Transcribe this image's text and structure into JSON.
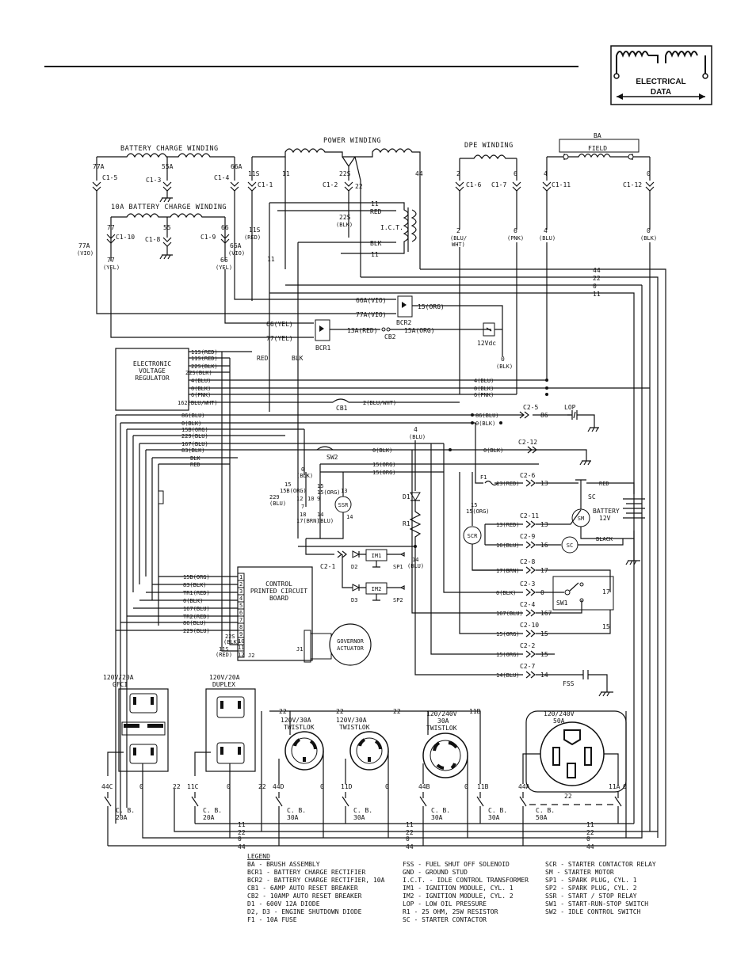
{
  "logo": {
    "line1": "ELECTRICAL",
    "line2": "DATA"
  },
  "sections": {
    "battery_charge_winding": "BATTERY CHARGE WINDING",
    "power_winding": "POWER WINDING",
    "dpe_winding": "DPE WINDING",
    "field_ba": "BA",
    "field": "FIELD",
    "battery_charge_10a": "10A BATTERY CHARGE WINDING"
  },
  "components": {
    "evr": [
      "ELECTRONIC",
      "VOLTAGE",
      "REGULATOR"
    ],
    "pcb": [
      "CONTROL",
      "PRINTED CIRCUIT",
      "BOARD"
    ],
    "governor": [
      "GOVERNOR",
      "ACTUATOR"
    ],
    "ict": "I.C.T.",
    "bcr1": "BCR1",
    "bcr2": "BCR2",
    "cb1": "CB1",
    "cb2": "CB2",
    "v12dc": "12Vdc",
    "ssr": "SSR",
    "scr": "SCR",
    "sm": "SM",
    "sc": "SC",
    "battery": [
      "BATTERY",
      "12V"
    ],
    "im1": "IM1",
    "im2": "IM2",
    "sp1": "SP1",
    "sp2": "SP2",
    "d1": "D1",
    "d2": "D2",
    "d3": "D3",
    "r1": "R1",
    "f1": "F1",
    "sw1": "SW1",
    "sw2": "SW2",
    "lop": "LOP",
    "fss": "FSS",
    "j1": "J1",
    "j2": "J2",
    "black": "BLACK",
    "red_label": "RED",
    "blk_label": "BLK"
  },
  "outlets": [
    {
      "l1": "120V/20A",
      "l2": "GFCI"
    },
    {
      "l1": "120V/20A",
      "l2": "DUPLEX"
    },
    {
      "l1": "120V/30A",
      "l2": "TWISTLOK"
    },
    {
      "l1": "120V/30A",
      "l2": "TWISTLOK"
    },
    {
      "l1": "120/240V",
      "l2": "30A",
      "l3": "TWISTLOK"
    },
    {
      "l1": "120/240V",
      "l2": "50A"
    }
  ],
  "breakers": [
    "C. B.",
    "20A",
    "20A",
    "30A",
    "30A",
    "30A",
    "30A",
    "50A"
  ],
  "wires": {
    "w77a": "77A",
    "w55a": "55A",
    "w66a": "66A",
    "w11s": "11S",
    "w11": "11",
    "w22s": "22S",
    "w22": "22",
    "w44": "44",
    "w2": "2",
    "w6": "6",
    "w4": "4",
    "w0": "0",
    "c1_5": "C1-5",
    "c1_3": "C1-3",
    "c1_4": "C1-4",
    "c1_1": "C1-1",
    "c1_2": "C1-2",
    "c1_6": "C1-6",
    "c1_7": "C1-7",
    "c1_11": "C1-11",
    "c1_12": "C1-12",
    "c1_10": "C1-10",
    "c1_8": "C1-8",
    "c1_9": "C1-9",
    "w77": "77",
    "w55": "55",
    "w66": "66",
    "vio": "(VIO)",
    "yel": "(YEL)",
    "red": "(RED)",
    "blk": "(BLK)",
    "blu": "(BLU)",
    "pnk": "(PNK)",
    "bluwht": "(BLU/",
    "wht": "WHT)",
    "r11": "11",
    "rRED": "RED",
    "rBLK": "BLK",
    "h44": "44",
    "h22": "22",
    "h0": "0",
    "h11": "11",
    "v66a": "66A(VIO)",
    "v77a": "77A(VIO)",
    "o15": "15(ORG)",
    "y66": "66(YEL)",
    "y77": "77(YEL)",
    "r13a": "13A(RED)",
    "o15a": "15A(ORG)",
    "e11s": "11S(RED)",
    "e11s2": "11S(RED)",
    "e22s": "22S(BLK)",
    "e22s2": "22S(BLK)",
    "e4": "4(BLU)",
    "e0": "0(BLK)",
    "e6": "6(PNK)",
    "e162": "162(BLU/WHT)",
    "r4": "4(BLU)",
    "r0": "0(BLK)",
    "r6": "6(PNK)",
    "cb1w": "2(BLU/WHT)",
    "p86": "86(BLU)",
    "p0": "0(BLK)",
    "p15b": "15B(ORG)",
    "p229": "229(BLU)",
    "p167": "167(BLU)",
    "p83": "83(BLK)",
    "pBLK": "BLK",
    "pRED": "RED",
    "m86": "86(BLU)",
    "m0": "0(BLK)",
    "mb0": "0(BLK)",
    "m15a": "15(ORG)",
    "m15b": "15(ORG)",
    "c2_5": "C2-5",
    "c2_12": "C2-12",
    "c2_6": "C2-6",
    "c2_11": "C2-11",
    "c2_9": "C2-9",
    "c2_8": "C2-8",
    "c2_3": "C2-3",
    "c2_4": "C2-4",
    "c2_10": "C2-10",
    "c2_2": "C2-2",
    "c2_7": "C2-7",
    "c2_1": "C2-1",
    "n86": "86",
    "n13": "13",
    "n16": "16",
    "n17": "17",
    "n0": "0",
    "n167": "167",
    "n15": "15",
    "n14": "14",
    "r13red": "13(RED)",
    "r13red2": "13(RED)",
    "b16": "16(BLU)",
    "b17": "17(BRN)",
    "b0": "0(BLK)",
    "b167": "167(BLU)",
    "o15c": "15(ORG)",
    "o15d": "15(ORG)",
    "b14": "14(BLU)",
    "pcb1": "15B(ORG)",
    "pcb2": "83(BLK)",
    "pcb3": "TR1(RED)",
    "pcb4": "0(BLK)",
    "pcb6": "167(BLU)",
    "pcb7": "TR2(RED)",
    "pcb8": "86(BLU)",
    "pcb9": "229(BLU)",
    "pin1": "1",
    "pin2": "2",
    "pin3": "3",
    "pin4": "4",
    "pin5": "5",
    "pin6": "6",
    "pin7": "7",
    "pin8": "8",
    "pin9": "9",
    "pin10": "10",
    "pin11": "11",
    "pin12": "12",
    "b11": "11",
    "b22": "22",
    "b0x": "0",
    "b44": "44",
    "o44c": "44C",
    "o22": "22",
    "o11c": "11C",
    "o44d": "44D",
    "o11d": "11D",
    "o44b": "44B",
    "o11b": "11B",
    "o44a": "44A",
    "o11a": "11A",
    "o0": "0",
    "t22a": "22",
    "t22b": "22",
    "t22c": "22",
    "t11b": "11B",
    "t22d": "22",
    "s15": "15",
    "s18": "18",
    "s229": "229",
    "s14": "14",
    "s13": "13",
    "s12": "12",
    "s10": "10",
    "s9": "9",
    "s7": "7"
  },
  "legend": {
    "title": "LEGEND",
    "col1": [
      "BA - BRUSH ASSEMBLY",
      "BCR1 - BATTERY CHARGE RECTIFIER",
      "BCR2 - BATTERY CHARGE RECTIFIER, 10A",
      "CB1 - 6AMP AUTO RESET BREAKER",
      "CB2 - 10AMP AUTO RESET BREAKER",
      "D1 - 600V 12A DIODE",
      "D2, D3 - ENGINE SHUTDOWN DIODE",
      "F1 - 10A FUSE"
    ],
    "col2": [
      "FSS - FUEL SHUT OFF SOLENOID",
      "GND - GROUND STUD",
      "I.C.T. - IDLE CONTROL TRANSFORMER",
      "IM1 - IGNITION MODULE, CYL. 1",
      "IM2 - IGNITION MODULE, CYL. 2",
      "LOP - LOW OIL PRESSURE",
      "R1 - 25 OHM, 25W RESISTOR",
      "SC - STARTER CONTACTOR"
    ],
    "col3": [
      "SCR - STARTER CONTACTOR RELAY",
      "SM - STARTER MOTOR",
      "SP1 - SPARK PLUG, CYL. 1",
      "SP2 - SPARK PLUG, CYL. 2",
      "SSR - START / STOP RELAY",
      "SW1 - START-RUN-STOP SWITCH",
      "SW2 - IDLE CONTROL SWITCH"
    ]
  }
}
